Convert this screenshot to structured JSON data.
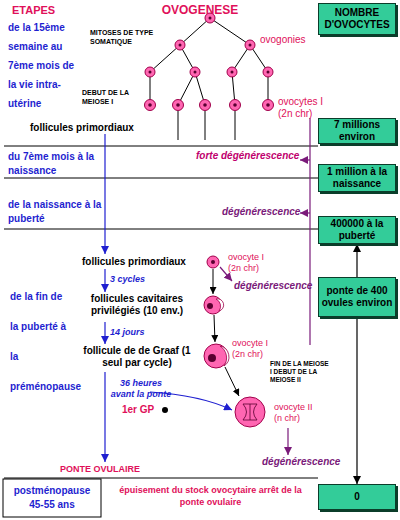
{
  "diagram": {
    "title": "OVOGENESE",
    "nodes": [
      {
        "text": [
          "NOMBRE D'OVOCYTES"
        ]
      },
      {
        "text": [
          "7 millions environ"
        ]
      },
      {
        "text": [
          "1 million à la naissance"
        ]
      },
      {
        "text": [
          "400000 à la puberté"
        ]
      },
      {
        "text": [
          "ponte de 400 ovules environ"
        ]
      },
      {
        "text": [
          "0"
        ]
      }
    ],
    "edges": [
      {
        "from": 3,
        "to": 5,
        "arrow": "both"
      }
    ],
    "labels": [
      "ETAPES",
      "MITOSES DE TYPE SOMATIQUE",
      "ovogonies",
      "de la 15ème semaine au 7ème mois de la vie intra-utérine",
      "DEBUT DE LA MEIOSE I",
      "ovocytes I (2n chr)",
      "follicules primordiaux",
      "du 7ème mois à la naissance",
      "forte dégénérescence",
      "de la naissance à la puberté",
      "dégénérescence",
      "follicules primordiaux",
      "ovocyte I (2n chr)",
      "de la fin de la puberté à la préménopause",
      "3 cycles",
      "dégénérescence",
      "follicules cavitaires privilégiés (10 env.)",
      "14 jours",
      "follicule de de Graaf (1 seul par cycle)",
      "ovocyte I (2n chr)",
      "FIN DE LA MEIOSE I DEBUT DE LA MEIOSE II",
      "36 heures avant la ponte",
      "1er GP",
      "ovocyte II (n chr)",
      "dégénérescence",
      "PONTE OVULAIRE",
      "postménopause 45-55 ans",
      "épuisement du stock ovocytaire arrêt de la ponte ovulaire"
    ]
  }
}
